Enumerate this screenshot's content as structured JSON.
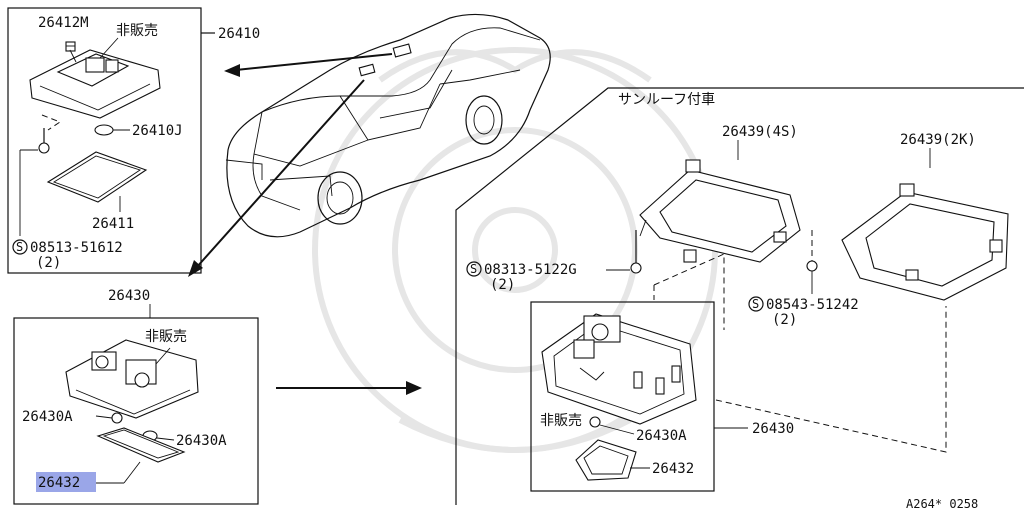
{
  "labels": {
    "p26412m": "26412M",
    "not_for_sale_1": "非販売",
    "p26410": "26410",
    "p26410j": "26410J",
    "p26411": "26411",
    "screw_1": "08513-51612",
    "screw_1_qty": "(2)",
    "p26430_top": "26430",
    "not_for_sale_2": "非販売",
    "p26430a_left": "26430A",
    "p26430a_right": "26430A",
    "p26432_left_a": "2643",
    "p26432_left_b": "2",
    "sunroof_title": "サンルーフ付車",
    "p26439_4s": "26439(4S)",
    "p26439_2k": "26439(2K)",
    "screw_2": "08313-5122G",
    "screw_2_qty": "(2)",
    "screw_3": "08543-51242",
    "screw_3_qty": "(2)",
    "not_for_sale_3": "非販売",
    "p26430a_bottom": "26430A",
    "p26430_right": "26430",
    "p26432_right": "26432",
    "s_mark": "S",
    "ref_code": "A264* 0258"
  },
  "colors": {
    "line": "#111111",
    "highlight": "#9aa6e8",
    "watermark": "#e6e6e6"
  },
  "icons": [
    "standard-part-s-icon",
    "car-outline-icon",
    "watermark-emblem-icon"
  ]
}
